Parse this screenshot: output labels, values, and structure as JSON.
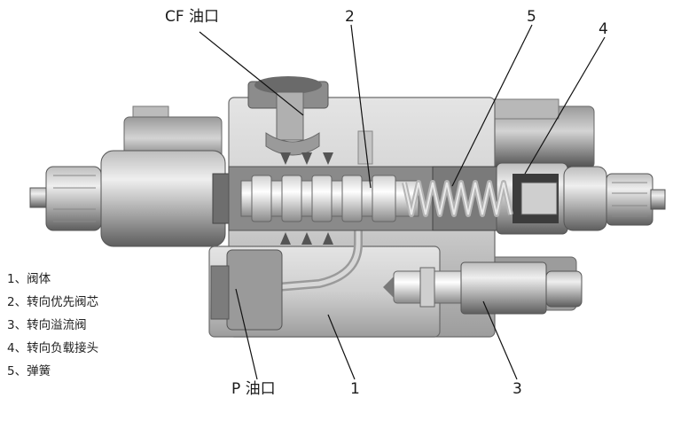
{
  "callouts": {
    "cf_port": "CF 油口",
    "p_port": "P 油口",
    "n1": "1",
    "n2": "2",
    "n3": "3",
    "n4": "4",
    "n5": "5"
  },
  "legend": [
    "1、阀体",
    "2、转向优先阀芯",
    "3、转向溢流阀",
    "4、转向负载接头",
    "5、弹簧"
  ],
  "colors": {
    "body_light": "#d9d9d9",
    "body_mid": "#a9a9a9",
    "body_dark": "#5c5c5c",
    "line": "#111111"
  }
}
